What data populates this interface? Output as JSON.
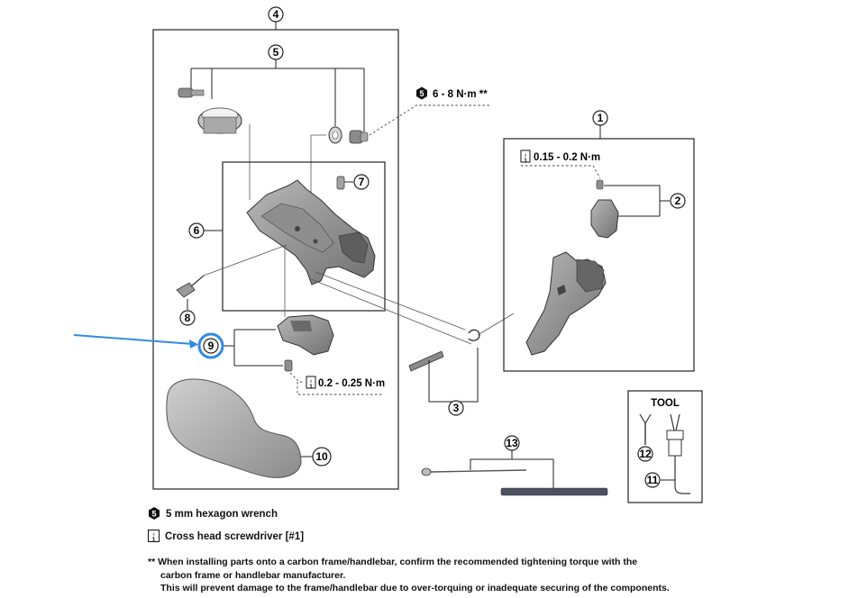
{
  "callouts": {
    "c1": "1",
    "c2": "2",
    "c3": "3",
    "c4": "4",
    "c5": "5",
    "c6": "6",
    "c7": "7",
    "c8": "8",
    "c9": "9",
    "c10": "10",
    "c11": "11",
    "c12": "12",
    "c13": "13"
  },
  "torque": {
    "hex_badge": "5",
    "t1": "6 - 8 N·m **",
    "t2": "0.15 - 0.2 N·m",
    "t3": "0.2 - 0.25 N·m"
  },
  "tool_box": {
    "title": "TOOL"
  },
  "legend": {
    "hex_badge": "5",
    "hex_wrench": "5 mm hexagon wrench",
    "screwdriver": "Cross head screwdriver [#1]"
  },
  "note": {
    "line1": "** When installing parts onto a carbon frame/handlebar, confirm the recommended tightening torque with the",
    "line2": "carbon frame or handlebar manufacturer.",
    "line3": "This will prevent damage to the frame/handlebar due to over-torquing or inadequate securing of the components."
  },
  "colors": {
    "highlight": "#2f8be6",
    "part_fill": "#9a9a9a",
    "part_dark": "#6e6e6e",
    "line": "#222222"
  }
}
